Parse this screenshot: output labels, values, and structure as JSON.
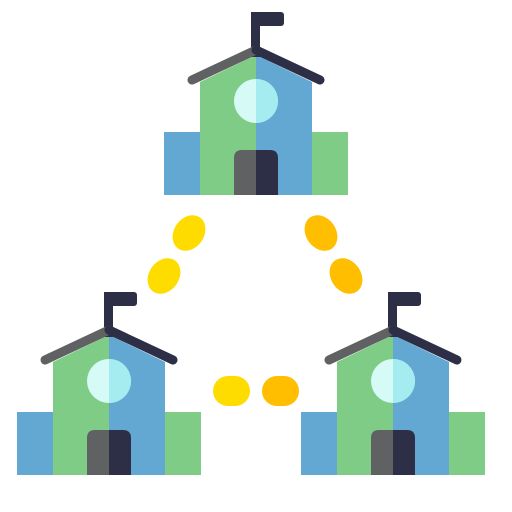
{
  "icon": {
    "name": "school-network-icon",
    "colors": {
      "green": "#7fcc86",
      "blue": "#62a8d2",
      "dark": "#2d2f46",
      "gray": "#606162",
      "window_light": "#d6fbf6",
      "window_cyan": "#a4ecf0",
      "dot_yellow": "#ffdc00",
      "dot_orange": "#ffbe00"
    },
    "buildings": [
      {
        "name": "school-building-top-icon"
      },
      {
        "name": "school-building-bottom-left-icon"
      },
      {
        "name": "school-building-bottom-right-icon"
      }
    ],
    "connections": [
      {
        "name": "connector-top-to-left",
        "color": "dot_yellow"
      },
      {
        "name": "connector-top-to-right",
        "color": "dot_orange"
      },
      {
        "name": "connector-left-to-right",
        "colors": [
          "dot_yellow",
          "dot_orange"
        ]
      }
    ]
  }
}
